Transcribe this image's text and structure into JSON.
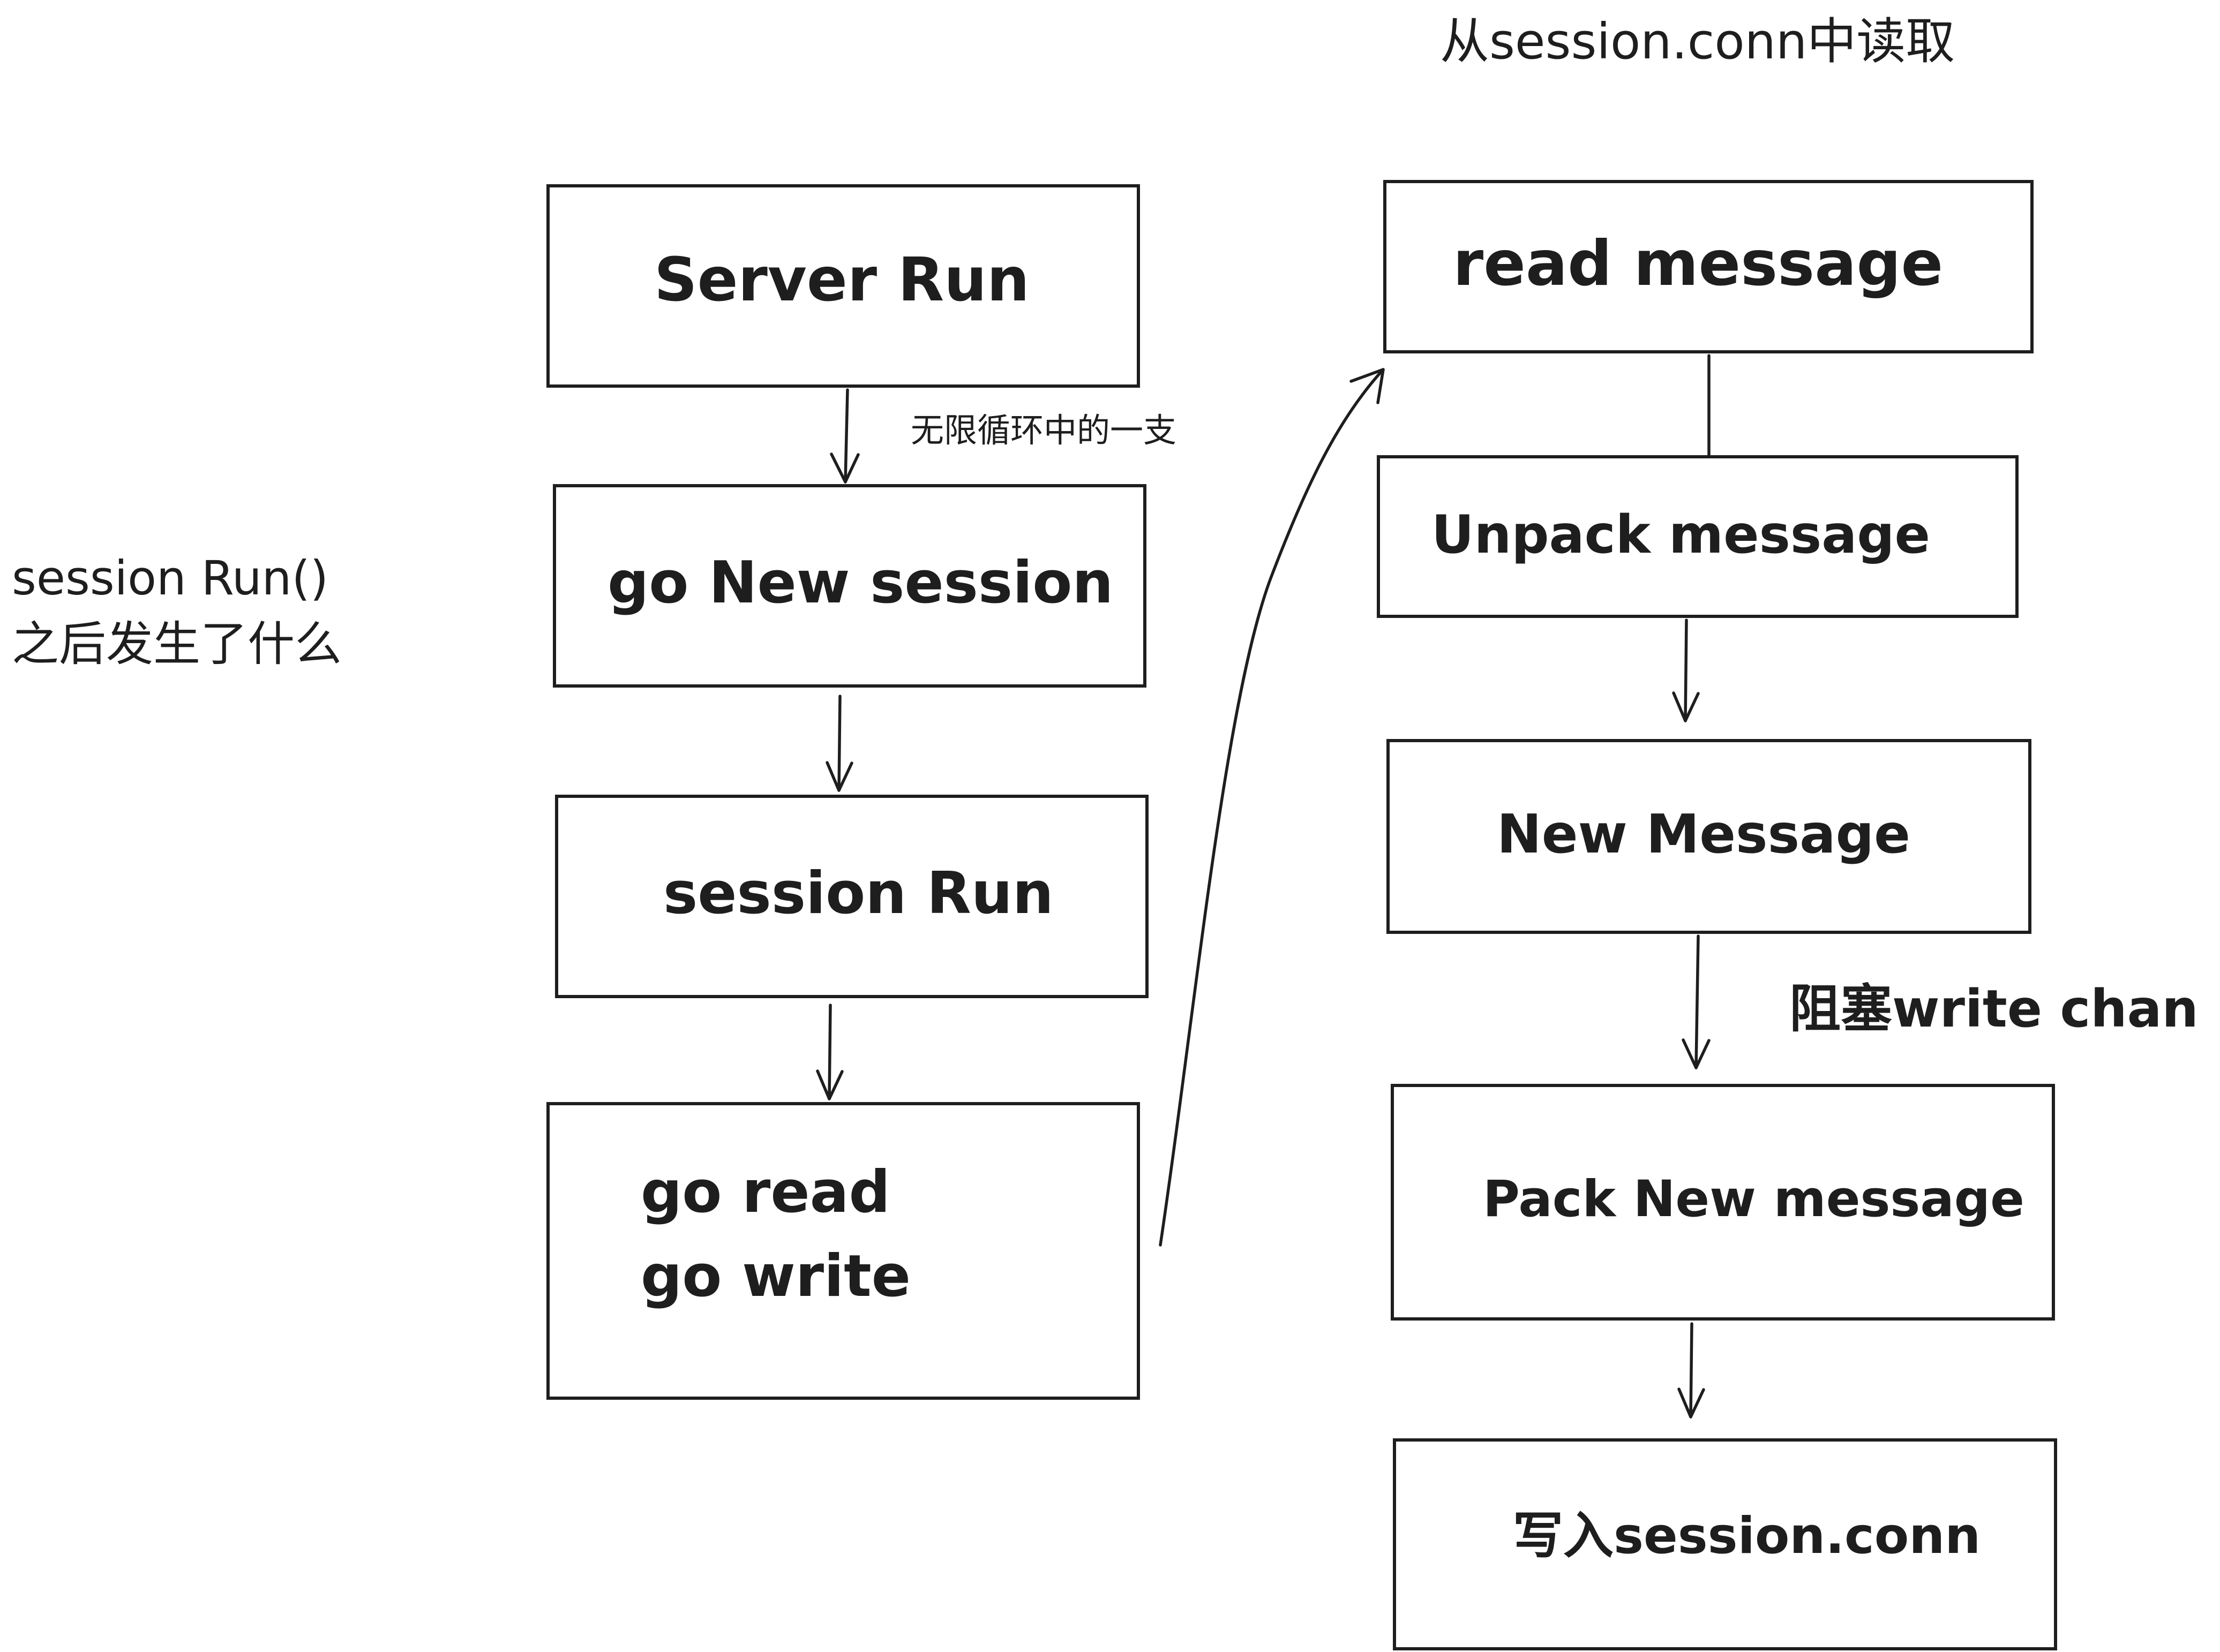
{
  "colors": {
    "stroke": "#1e1e1e",
    "background": "#ffffff"
  },
  "nodes": {
    "server_run": "Server Run",
    "go_new_session": "go New session",
    "session_run": "session Run",
    "go_read_write": "go read\ngo write",
    "read_message": "read message",
    "unpack_message": "Unpack message",
    "new_message": "New Message",
    "pack_new_message": "Pack New message",
    "write_session_conn": "写入session.conn"
  },
  "annotations": {
    "side_note": "session Run()\n之后发生了什么",
    "loop_branch": "无限循环中的一支",
    "read_from_conn": "从session.conn中读取",
    "block_write_chan": "阻塞write chan"
  }
}
